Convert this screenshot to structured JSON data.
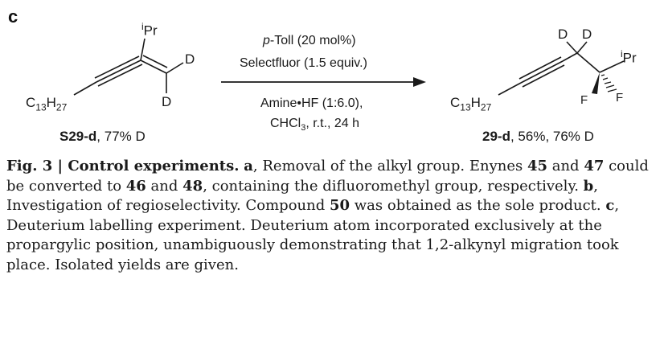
{
  "panel": {
    "label": "c"
  },
  "reactant": {
    "substituent_ipr_sup": "i",
    "substituent_ipr": "Pr",
    "d_top": "D",
    "d_bottom": "D",
    "chain_c": "C",
    "chain_sub1": "13",
    "chain_h": "H",
    "chain_sub2": "27",
    "id": "S29-d",
    "id_note": ", 77% D"
  },
  "conditions": {
    "cat_prefix": "p",
    "cat_rest": "-Toll (20 mol%)",
    "oxidant": "Selectfluor (1.5 equiv.)",
    "additive": "Amine•HF (1:6.0),",
    "solvent_c": "CHCl",
    "solvent_sub": "3",
    "solvent_rest": ", r.t., 24 h"
  },
  "product": {
    "d1": "D",
    "d2": "D",
    "substituent_ipr_sup": "i",
    "substituent_ipr": "Pr",
    "f1": "F",
    "f2": "F",
    "chain_c": "C",
    "chain_sub1": "13",
    "chain_h": "H",
    "chain_sub2": "27",
    "id": "29-d",
    "id_note": ", 56%, 76% D"
  },
  "caption": {
    "fig": "Fig. 3 | Control experiments.",
    "a_label": "a",
    "a_text": ", Removal of the alkyl group. Enynes ",
    "c45": "45",
    "and1": " and ",
    "c47": "47",
    "t2": " could be converted to ",
    "c46": "46",
    "and2": " and ",
    "c48": "48",
    "t3": ", containing the difluoromethyl group, respectively. ",
    "b_label": "b",
    "b_text": ", Investigation of regioselectivity. Compound ",
    "c50": "50",
    "t4": " was obtained as the sole product. ",
    "c_label": "c",
    "c_text": ", Deuterium labelling experiment. Deuterium atom incorporated exclusively at the propargylic position, unambiguously demonstrating that 1,2-alkynyl migration took place. Isolated yields are given."
  }
}
